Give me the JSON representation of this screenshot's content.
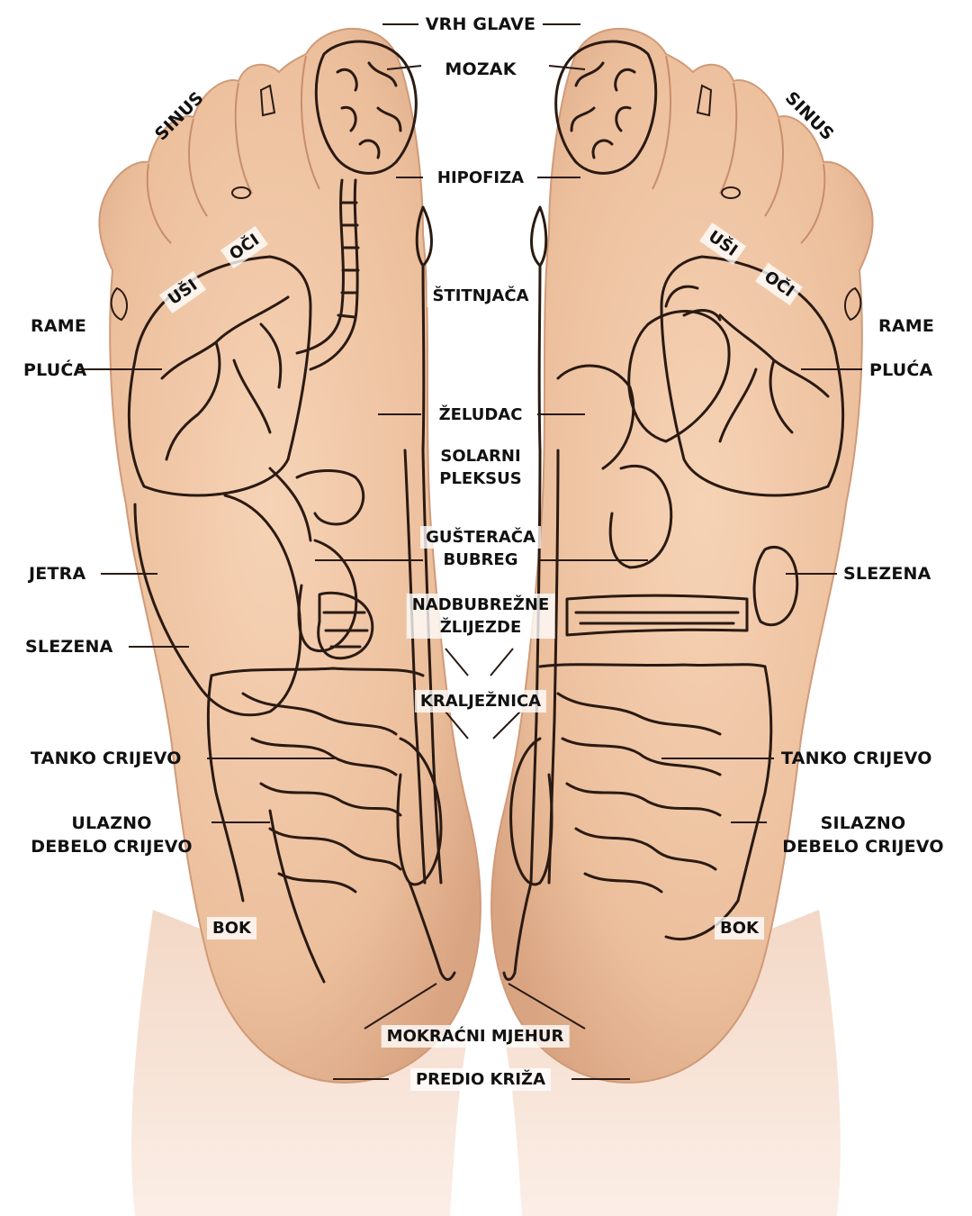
{
  "labels": {
    "vrh_glave": "VRH GLAVE",
    "mozak": "MOZAK",
    "hipofiza": "HIPOFIZA",
    "stitnjaca": "ŠTITNJAČA",
    "zeludac": "ŽELUDAC",
    "solarni_1": "SOLARNI",
    "solarni_2": "PLEKSUS",
    "gusteraca": "GUŠTERAČA",
    "bubreg": "BUBREG",
    "nadbubrezne_1": "NADBUBREŽNE",
    "nadbubrezne_2": "ŽLIJEZDE",
    "kraljeznica": "KRALJEŽNICA",
    "mokracni_mjehur": "MOKRAĆNI MJEHUR",
    "predio_kriza": "PREDIO KRIŽA",
    "sinus_left": "SINUS",
    "sinus_right": "SINUS",
    "oci_left": "OČI",
    "oci_right": "OČI",
    "usi_left": "UŠI",
    "usi_right": "UŠI",
    "rame_left": "RAME",
    "rame_right": "RAME",
    "pluca_left": "PLUĆA",
    "pluca_right": "PLUĆA",
    "jetra": "JETRA",
    "slezena_left": "SLEZENA",
    "slezena_right": "SLEZENA",
    "tanko_left": "TANKO CRIJEVO",
    "tanko_right": "TANKO CRIJEVO",
    "ulazno_1": "ULAZNO",
    "ulazno_2": "DEBELO CRIJEVO",
    "silazno_1": "SILAZNO",
    "silazno_2": "DEBELO CRIJEVO",
    "bok_left": "BOK",
    "bok_right": "BOK"
  },
  "colors": {
    "skin": "#f0c9a8",
    "skin_shadow": "#dca585",
    "ink": "#2a1a12",
    "background": "#ffffff"
  }
}
